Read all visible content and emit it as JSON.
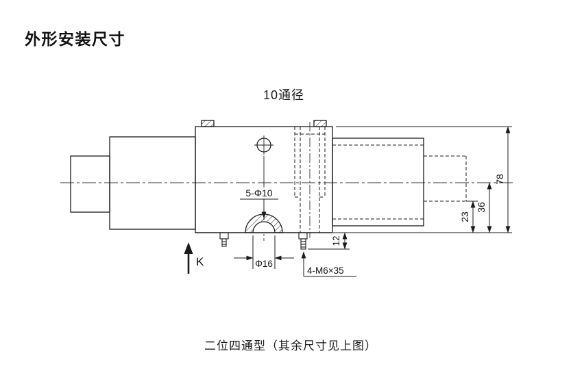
{
  "page": {
    "title": "外形安装尺寸",
    "top_label": "10通径",
    "caption": "二位四通型（其余尺寸见上图）"
  },
  "dimensions": {
    "holes": "5-Φ10",
    "port_diameter": "Φ16",
    "studs": "4-M6×35",
    "stud_length": "12",
    "height_23": "23",
    "height_36": "36",
    "height_78": "78",
    "view_direction": "K"
  },
  "colors": {
    "line": "#1a1a1a",
    "background": "#ffffff",
    "text": "#111111"
  }
}
